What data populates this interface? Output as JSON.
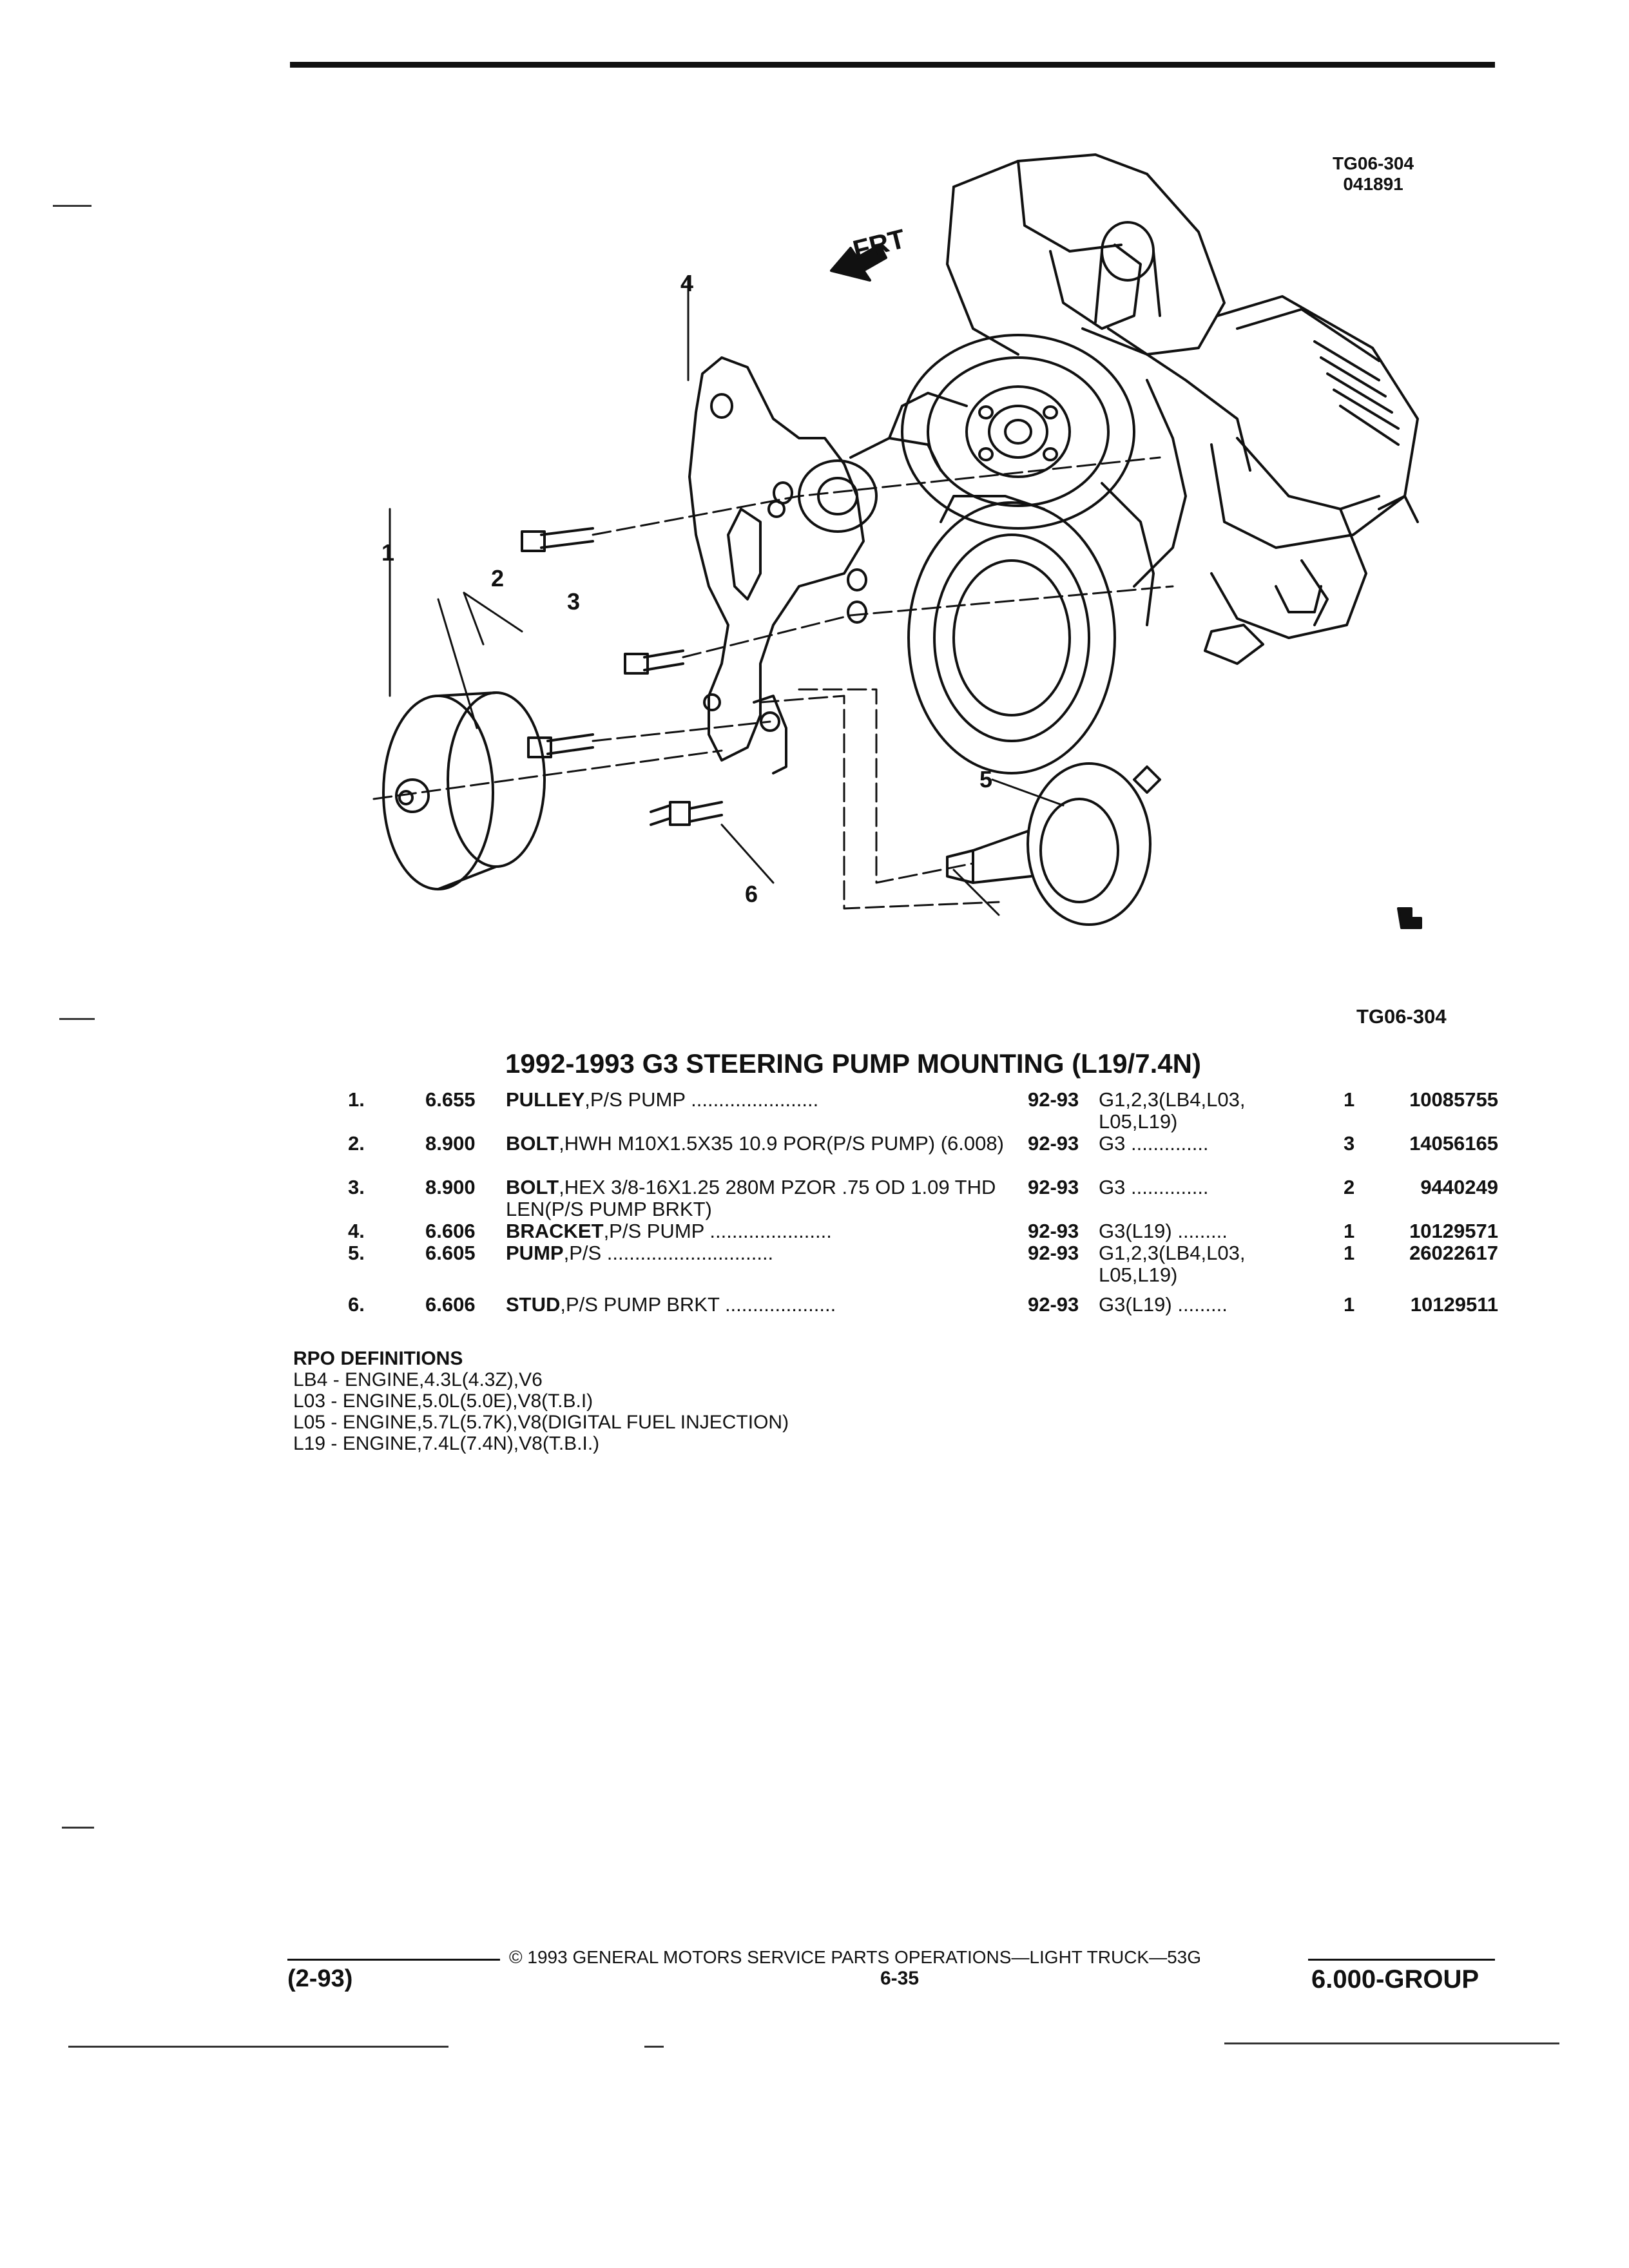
{
  "header": {
    "figure_ref_top": "TG06-304",
    "figure_date": "041891",
    "figure_ref_bottom": "TG06-304"
  },
  "diagram": {
    "callouts": [
      "1",
      "2",
      "3",
      "4",
      "5",
      "6"
    ],
    "front_label": "FRT"
  },
  "section_title": "1992-1993 G3 STEERING PUMP MOUNTING (L19/7.4N)",
  "parts": [
    {
      "no": "1.",
      "group": "6.655",
      "name": "PULLEY",
      "desc": ",P/S PUMP",
      "dots": " .......................",
      "years": "92-93",
      "applic": "G1,2,3(LB4,L03, L05,L19)",
      "qty": "1",
      "part_no": "10085755"
    },
    {
      "no": "2.",
      "group": "8.900",
      "name": "BOLT",
      "desc": ",HWH M10X1.5X35 10.9 POR(P/S PUMP) (6.008)",
      "dots": "",
      "years": "92-93",
      "applic": "G3 ..............",
      "qty": "3",
      "part_no": "14056165"
    },
    {
      "no": "3.",
      "group": "8.900",
      "name": "BOLT",
      "desc": ",HEX 3/8-16X1.25 280M PZOR .75 OD 1.09 THD LEN(P/S PUMP BRKT)",
      "dots": "",
      "years": "92-93",
      "applic": "G3 ..............",
      "qty": "2",
      "part_no": "9440249"
    },
    {
      "no": "4.",
      "group": "6.606",
      "name": "BRACKET",
      "desc": ",P/S PUMP",
      "dots": " ......................",
      "years": "92-93",
      "applic": "G3(L19) .........",
      "qty": "1",
      "part_no": "10129571"
    },
    {
      "no": "5.",
      "group": "6.605",
      "name": "PUMP",
      "desc": ",P/S",
      "dots": " ..............................",
      "years": "92-93",
      "applic": "G1,2,3(LB4,L03, L05,L19)",
      "qty": "1",
      "part_no": "26022617"
    },
    {
      "no": "6.",
      "group": "6.606",
      "name": "STUD",
      "desc": ",P/S PUMP BRKT",
      "dots": " ....................",
      "years": "92-93",
      "applic": "G3(L19) .........",
      "qty": "1",
      "part_no": "10129511"
    }
  ],
  "rpo": {
    "heading": "RPO DEFINITIONS",
    "lines": [
      "LB4 - ENGINE,4.3L(4.3Z),V6",
      "L03 - ENGINE,5.0L(5.0E),V8(T.B.I)",
      "L05 - ENGINE,5.7L(5.7K),V8(DIGITAL FUEL INJECTION)",
      "L19 - ENGINE,7.4L(7.4N),V8(T.B.I.)"
    ]
  },
  "footer": {
    "copyright": "© 1993 GENERAL MOTORS SERVICE PARTS OPERATIONS—LIGHT TRUCK—53G",
    "date_code": "(2-93)",
    "page": "6-35",
    "group": "6.000-GROUP"
  }
}
